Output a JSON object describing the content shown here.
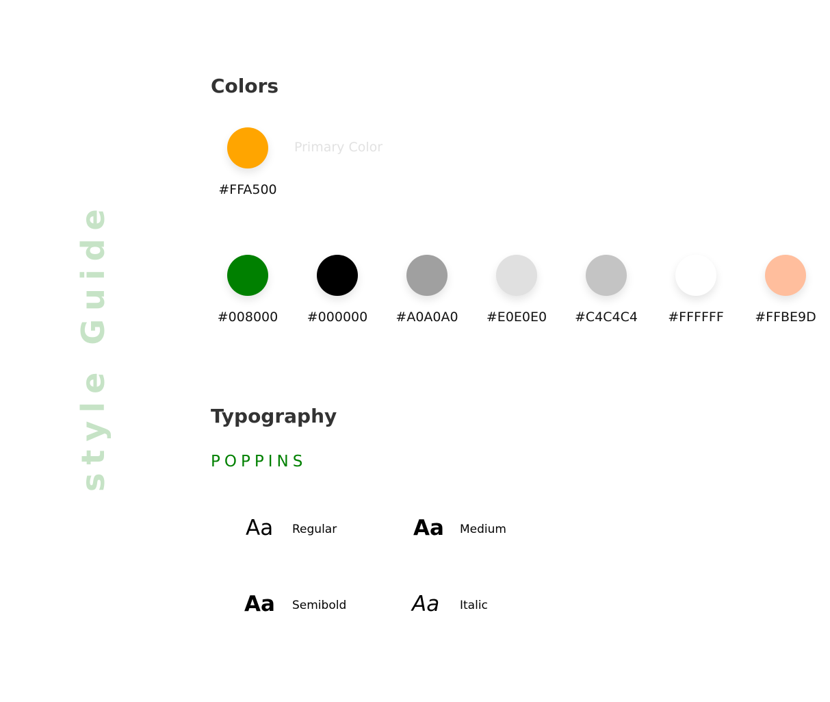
{
  "side_title": {
    "text": "style Guide",
    "color": "#c6e3c6"
  },
  "colors_section": {
    "heading": "Colors",
    "primary": {
      "hex": "#FFA500",
      "label": "Primary Color",
      "label_color": "#e2e2e2"
    },
    "palette": [
      {
        "hex": "#008000"
      },
      {
        "hex": "#000000"
      },
      {
        "hex": "#A0A0A0"
      },
      {
        "hex": "#E0E0E0"
      },
      {
        "hex": "#C4C4C4"
      },
      {
        "hex": "#FFFFFF"
      },
      {
        "hex": "#FFBE9D"
      }
    ]
  },
  "typography_section": {
    "heading": "Typography",
    "font_name": "POPPINS",
    "font_name_color": "#008000",
    "samples": [
      {
        "glyph": "Aa",
        "weight_name": "Regular"
      },
      {
        "glyph": "Aa",
        "weight_name": "Medium"
      },
      {
        "glyph": "Aa",
        "weight_name": "Semibold"
      },
      {
        "glyph": "Aa",
        "weight_name": "Italic"
      }
    ]
  }
}
